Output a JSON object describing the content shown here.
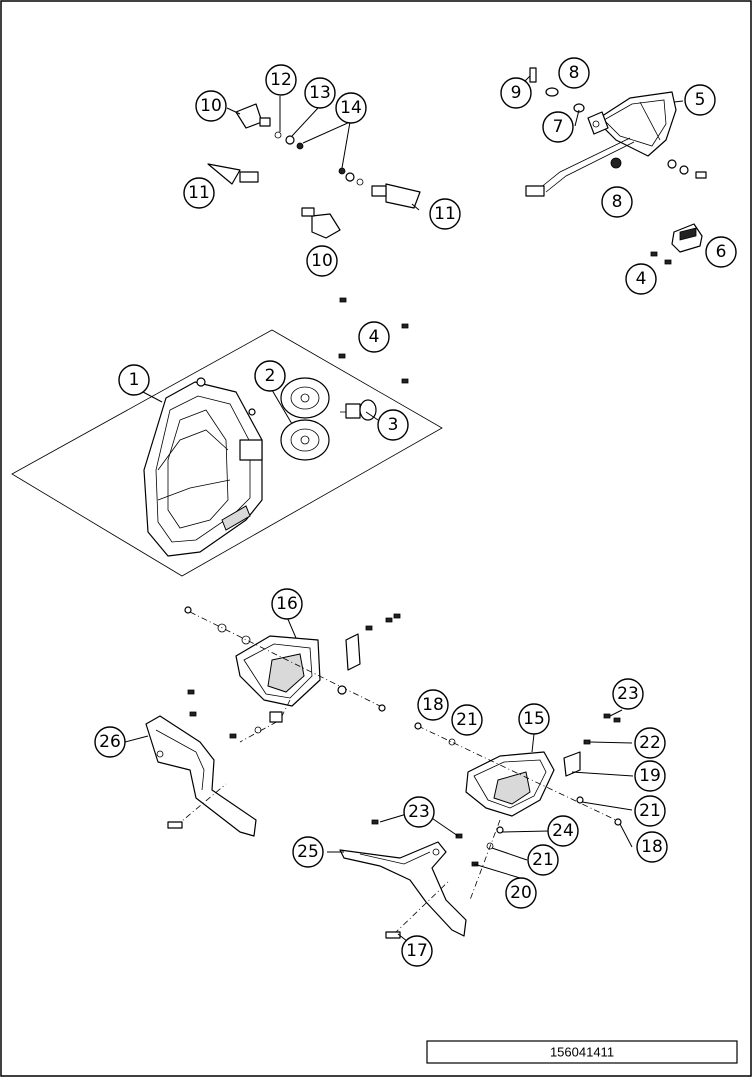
{
  "diagram": {
    "reference_number": "156041411",
    "callouts": [
      {
        "id": "c1",
        "label": "1"
      },
      {
        "id": "c2",
        "label": "2"
      },
      {
        "id": "c3",
        "label": "3"
      },
      {
        "id": "c4a",
        "label": "4"
      },
      {
        "id": "c4b",
        "label": "4"
      },
      {
        "id": "c5",
        "label": "5"
      },
      {
        "id": "c6",
        "label": "6"
      },
      {
        "id": "c7",
        "label": "7"
      },
      {
        "id": "c8a",
        "label": "8"
      },
      {
        "id": "c8b",
        "label": "8"
      },
      {
        "id": "c9",
        "label": "9"
      },
      {
        "id": "c10a",
        "label": "10"
      },
      {
        "id": "c10b",
        "label": "10"
      },
      {
        "id": "c11a",
        "label": "11"
      },
      {
        "id": "c11b",
        "label": "11"
      },
      {
        "id": "c12",
        "label": "12"
      },
      {
        "id": "c13",
        "label": "13"
      },
      {
        "id": "c14",
        "label": "14"
      },
      {
        "id": "c15",
        "label": "15"
      },
      {
        "id": "c16",
        "label": "16"
      },
      {
        "id": "c17",
        "label": "17"
      },
      {
        "id": "c18a",
        "label": "18"
      },
      {
        "id": "c18b",
        "label": "18"
      },
      {
        "id": "c19",
        "label": "19"
      },
      {
        "id": "c20",
        "label": "20"
      },
      {
        "id": "c21a",
        "label": "21"
      },
      {
        "id": "c21b",
        "label": "21"
      },
      {
        "id": "c21c",
        "label": "21"
      },
      {
        "id": "c22",
        "label": "22"
      },
      {
        "id": "c23a",
        "label": "23"
      },
      {
        "id": "c23b",
        "label": "23"
      },
      {
        "id": "c24",
        "label": "24"
      },
      {
        "id": "c25",
        "label": "25"
      },
      {
        "id": "c26",
        "label": "26"
      }
    ]
  }
}
